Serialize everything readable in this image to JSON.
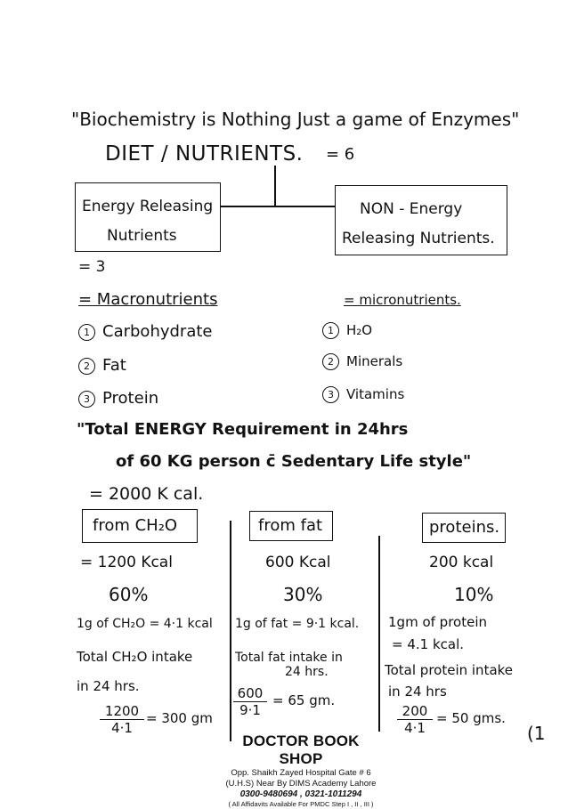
{
  "quote": "\"Biochemistry is Nothing Just a game of Enzymes\"",
  "heading": {
    "title": "DIET / NUTRIENTS.",
    "count": "= 6"
  },
  "left_box": {
    "line1": "Energy Releasing",
    "line2": "Nutrients"
  },
  "right_box": {
    "line1": "NON - Energy",
    "line2": "Releasing Nutrients."
  },
  "left_count": "= 3",
  "macro_heading": "= Macronutrients",
  "micro_heading": "= micronutrients.",
  "macro_items": [
    {
      "num": "1",
      "label": "Carbohydrate"
    },
    {
      "num": "2",
      "label": "Fat"
    },
    {
      "num": "3",
      "label": "Protein"
    }
  ],
  "micro_items": [
    {
      "num": "1",
      "label": "H₂O"
    },
    {
      "num": "2",
      "label": "Minerals"
    },
    {
      "num": "3",
      "label": "Vitamins"
    }
  ],
  "energy_statement": {
    "line1": "\"Total ENERGY Requirement in 24hrs",
    "line2": "of 60 KG person c̄ Sedentary Life style\"",
    "total": "= 2000 K cal."
  },
  "columns": {
    "carb": {
      "header": "from CH₂O",
      "kcal": "= 1200 Kcal",
      "percent": "60%",
      "rule": "1g of CH₂O = 4·1 kcal",
      "intake1": "Total CH₂O intake",
      "intake2": "in 24 hrs.",
      "num": "1200",
      "den": "4·1",
      "result": "= 300 gm"
    },
    "fat": {
      "header": "from fat",
      "kcal": "600 Kcal",
      "percent": "30%",
      "rule": "1g of fat = 9·1 kcal.",
      "intake1": "Total fat intake in",
      "intake2": "24 hrs.",
      "num": "600",
      "den": "9·1",
      "result": "= 65 gm."
    },
    "protein": {
      "header": "proteins.",
      "kcal": "200 kcal",
      "percent": "10%",
      "rule1": "1gm of protein",
      "rule2": "= 4.1 kcal.",
      "intake1": "Total protein intake",
      "intake2": "in 24 hrs",
      "num": "200",
      "den": "4·1",
      "result": "= 50 gms."
    }
  },
  "stamp": {
    "name": "DOCTOR BOOK SHOP",
    "line1": "Opp. Shaikh Zayed Hospital Gate # 6",
    "line2": "(U.H.S) Near By DIMS Academy Lahore",
    "phone": "0300-9480694 , 0321-1011294",
    "note": "( All Affidavits Available For PMDC Step I , II , III )"
  },
  "page_number": "(1"
}
